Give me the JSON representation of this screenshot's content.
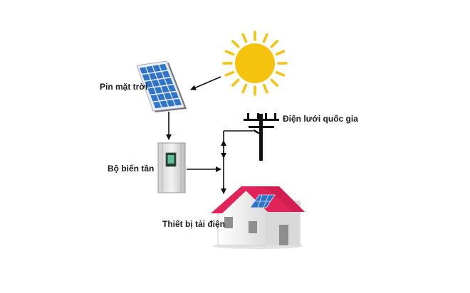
{
  "labels": {
    "solar_panel": "Pin mặt trời",
    "grid": "Điện lưới quốc gia",
    "inverter": "Bộ biến tần",
    "load": "Thiết bị tải điện"
  },
  "colors": {
    "sun": "#f5c20e",
    "panel_cell": "#2f74c8",
    "roof": "#e0245a",
    "house_wall": "#f2f2f2",
    "wire": "#111111"
  }
}
